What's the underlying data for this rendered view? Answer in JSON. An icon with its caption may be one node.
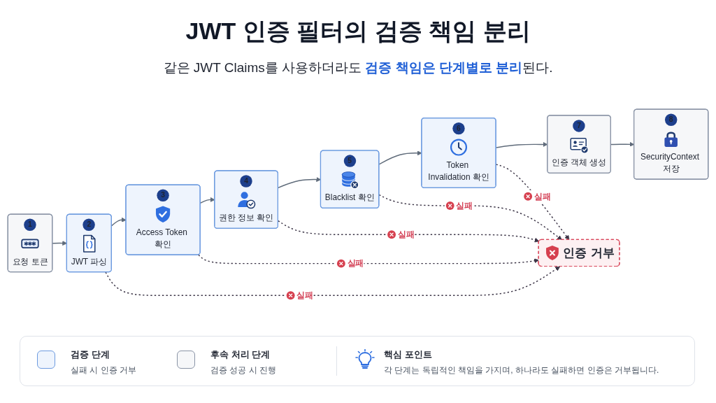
{
  "diagram": {
    "title": "JWT 인증 필터의 검증 책임 분리",
    "nodes": [
      {
        "text": [
          "1",
          "요청 토큰"
        ]
      },
      {
        "text": [
          "2",
          "JWT 파싱"
        ]
      },
      {
        "text": [
          "3",
          "Access Token 확인"
        ]
      },
      {
        "text": [
          "4",
          "권한 정보 확인"
        ]
      },
      {
        "text": [
          "5",
          "Blacklist 확인"
        ]
      },
      {
        "text": [
          "6",
          "Token Invalidation 확인"
        ]
      },
      {
        "text": [
          "7",
          "인증 객체 생성"
        ]
      },
      {
        "text": [
          "8",
          "SecurityContext 저장"
        ]
      },
      {
        "text": [
          "인증 거부"
        ]
      }
    ],
    "edges": [
      {
        "from": 0,
        "to": 1,
        "arrow": "to"
      },
      {
        "from": 1,
        "to": 2,
        "arrow": "to"
      },
      {
        "from": 2,
        "to": 3,
        "arrow": "to"
      },
      {
        "from": 3,
        "to": 4,
        "arrow": "to"
      },
      {
        "from": 4,
        "to": 5,
        "arrow": "to"
      },
      {
        "from": 5,
        "to": 6,
        "arrow": "to"
      },
      {
        "from": 6,
        "to": 7,
        "arrow": "to"
      },
      {
        "from": 1,
        "to": 8,
        "arrow": "to",
        "label": "실패",
        "style": "dashed",
        "color": "#3b3446"
      },
      {
        "from": 2,
        "to": 8,
        "arrow": "to",
        "label": "실패",
        "style": "dashed",
        "color": "#3b3446"
      },
      {
        "from": 3,
        "to": 8,
        "arrow": "to",
        "label": "실패",
        "style": "dashed",
        "color": "#3b3446"
      },
      {
        "from": 4,
        "to": 8,
        "arrow": "to",
        "label": "실패",
        "style": "dashed",
        "color": "#3b3446"
      },
      {
        "from": 5,
        "to": 8,
        "arrow": "to",
        "label": "실패",
        "style": "dashed",
        "color": "#3b3446"
      }
    ],
    "labels": [
      "같은 JWT Claims를 사용하더라도 **검증 책임은 단계별로 분리**된다.",
      "실패 시 인증 거부",
      "검증 성공 시 진행",
      "핵심 포인트",
      "각 단계는 독립적인 책임을 가지며, 하나라도 실패하면 인증은 거부됩니다."
    ],
    "legend": [
      {
        "text": "검증 단계",
        "color": "#eef4fd"
      },
      {
        "text": "후속 처리 단계",
        "color": "#f6f7f9"
      }
    ]
  }
}
